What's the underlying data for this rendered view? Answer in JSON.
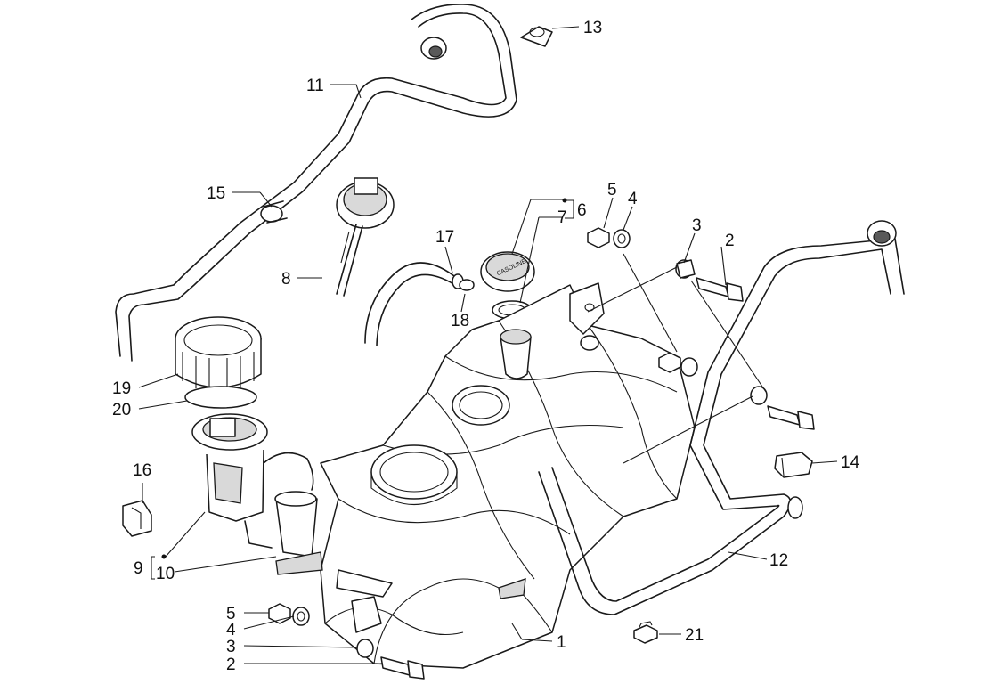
{
  "diagram": {
    "callouts": [
      {
        "id": "c1",
        "text": "1"
      },
      {
        "id": "c2a",
        "text": "2"
      },
      {
        "id": "c2b",
        "text": "2"
      },
      {
        "id": "c3a",
        "text": "3"
      },
      {
        "id": "c3b",
        "text": "3"
      },
      {
        "id": "c4a",
        "text": "4"
      },
      {
        "id": "c4b",
        "text": "4"
      },
      {
        "id": "c5a",
        "text": "5"
      },
      {
        "id": "c5b",
        "text": "5"
      },
      {
        "id": "c6",
        "text": "6"
      },
      {
        "id": "c7",
        "text": "7"
      },
      {
        "id": "c8",
        "text": "8"
      },
      {
        "id": "c9",
        "text": "9"
      },
      {
        "id": "c10",
        "text": "10"
      },
      {
        "id": "c11",
        "text": "11"
      },
      {
        "id": "c12",
        "text": "12"
      },
      {
        "id": "c13",
        "text": "13"
      },
      {
        "id": "c14",
        "text": "14"
      },
      {
        "id": "c15",
        "text": "15"
      },
      {
        "id": "c16",
        "text": "16"
      },
      {
        "id": "c17",
        "text": "17"
      },
      {
        "id": "c18",
        "text": "18"
      },
      {
        "id": "c19",
        "text": "19"
      },
      {
        "id": "c20",
        "text": "20"
      },
      {
        "id": "c21",
        "text": "21"
      }
    ],
    "cap_label": "CASOLINE"
  }
}
